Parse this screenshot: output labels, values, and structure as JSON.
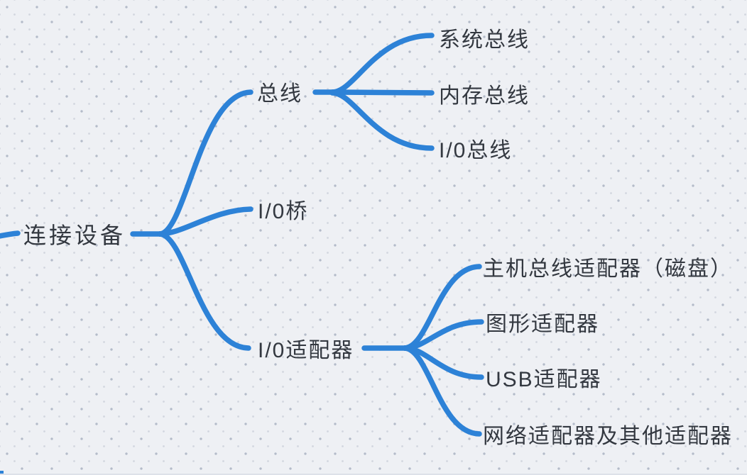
{
  "canvas": {
    "background_color": "#eef0f4",
    "dot_grid_color": "#b4bbc9",
    "connector_color": "#2d82d7",
    "text_color": "#333840"
  },
  "mindmap": {
    "root": {
      "label": "连接设备"
    },
    "branches": [
      {
        "label": "总线",
        "children": [
          {
            "label": "系统总线"
          },
          {
            "label": "内存总线"
          },
          {
            "label": "I/0总线"
          }
        ]
      },
      {
        "label": "I/0桥",
        "children": []
      },
      {
        "label": "I/0适配器",
        "children": [
          {
            "label": "主机总线适配器（磁盘）"
          },
          {
            "label": "图形适配器"
          },
          {
            "label": "USB适配器"
          },
          {
            "label": "网络适配器及其他适配器"
          }
        ]
      }
    ]
  }
}
